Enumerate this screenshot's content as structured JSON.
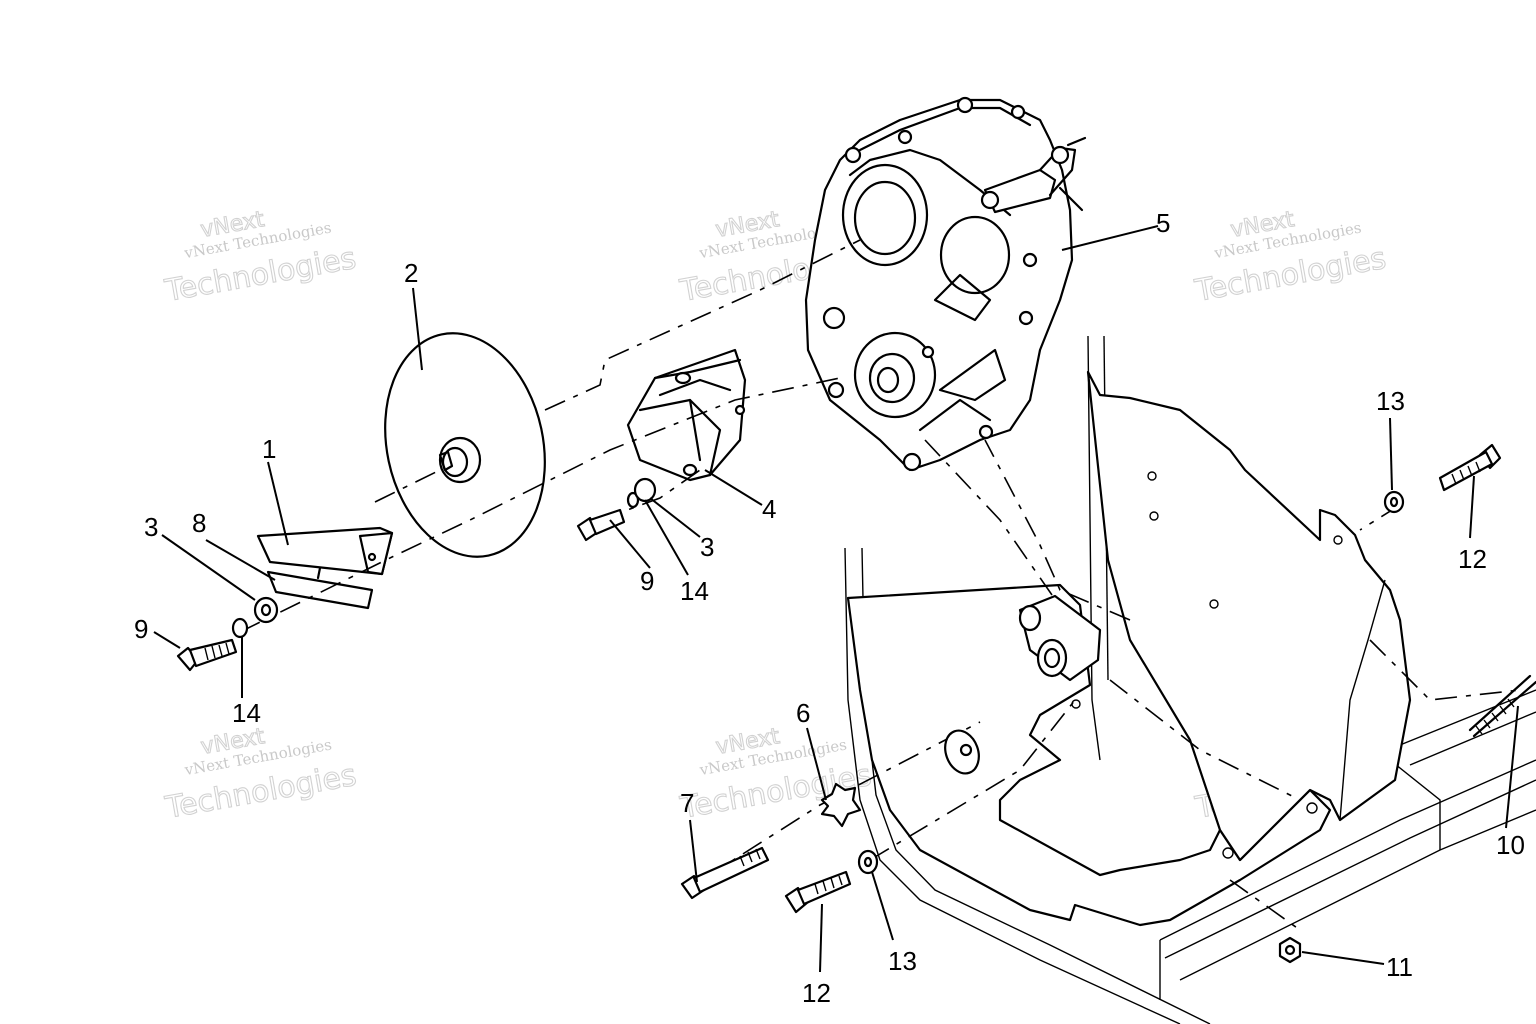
{
  "watermark": {
    "line1": "vNext",
    "line2": "vNext Technologies",
    "line3": "Technologies"
  },
  "callouts": {
    "c1": "1",
    "c2": "2",
    "c3a": "3",
    "c3b": "3",
    "c4": "4",
    "c5": "5",
    "c6": "6",
    "c7": "7",
    "c8": "8",
    "c9a": "9",
    "c9b": "9",
    "c10": "10",
    "c11": "11",
    "c12a": "12",
    "c12b": "12",
    "c13a": "13",
    "c13b": "13",
    "c14a": "14",
    "c14b": "14"
  }
}
